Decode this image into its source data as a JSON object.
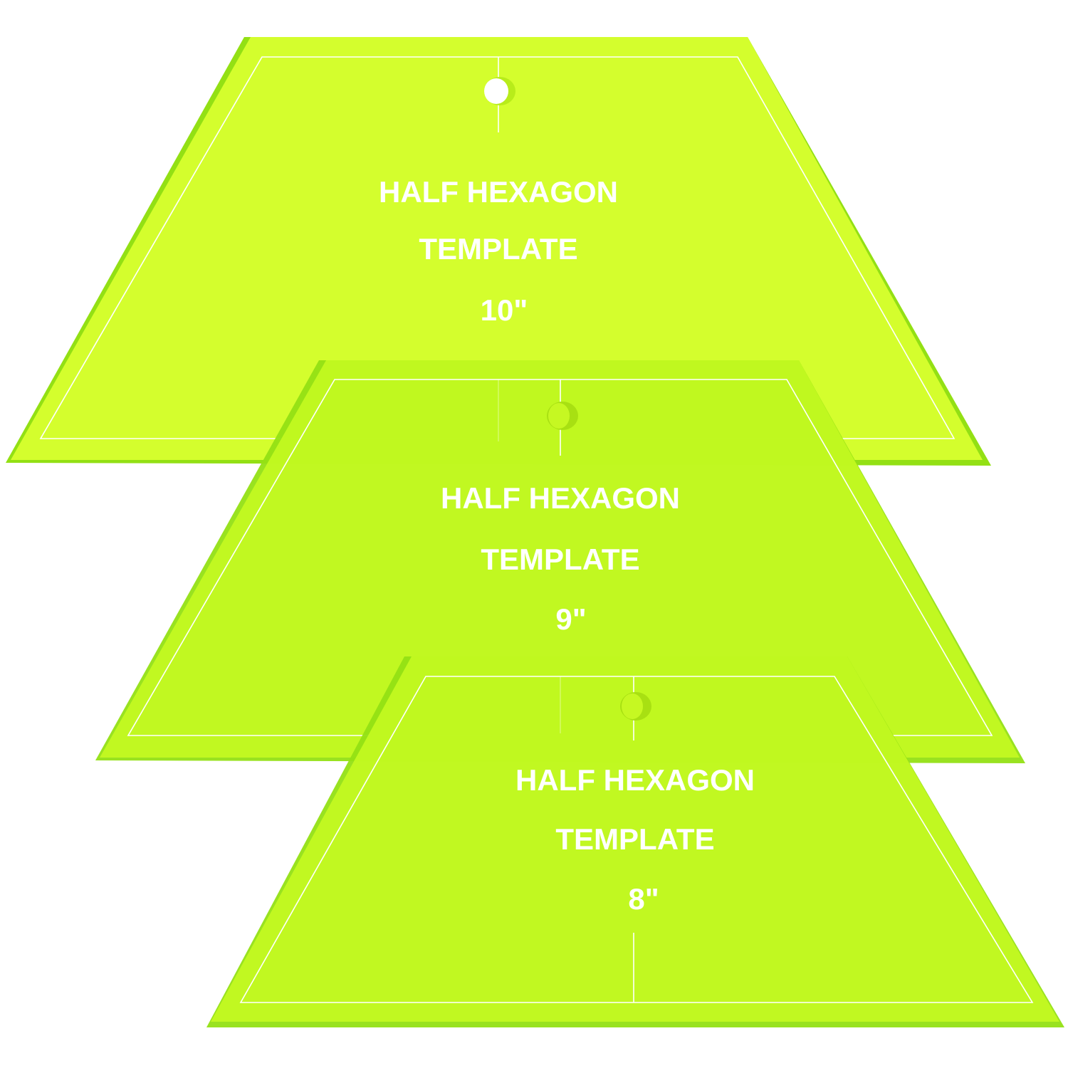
{
  "colors": {
    "acrylic": "#d6ff2e",
    "acrylic_overlap": "#c2fb1c",
    "acrylic_edge": "#93e014",
    "guide_line": "#ffffff",
    "label": "#ffffff",
    "background": "#ffffff"
  },
  "templates": [
    {
      "line1": "HALF HEXAGON",
      "line2": "TEMPLATE",
      "size": "10\""
    },
    {
      "line1": "HALF HEXAGON",
      "line2": "TEMPLATE",
      "size": "9\""
    },
    {
      "line1": "HALF HEXAGON",
      "line2": "TEMPLATE",
      "size": "8\""
    }
  ]
}
